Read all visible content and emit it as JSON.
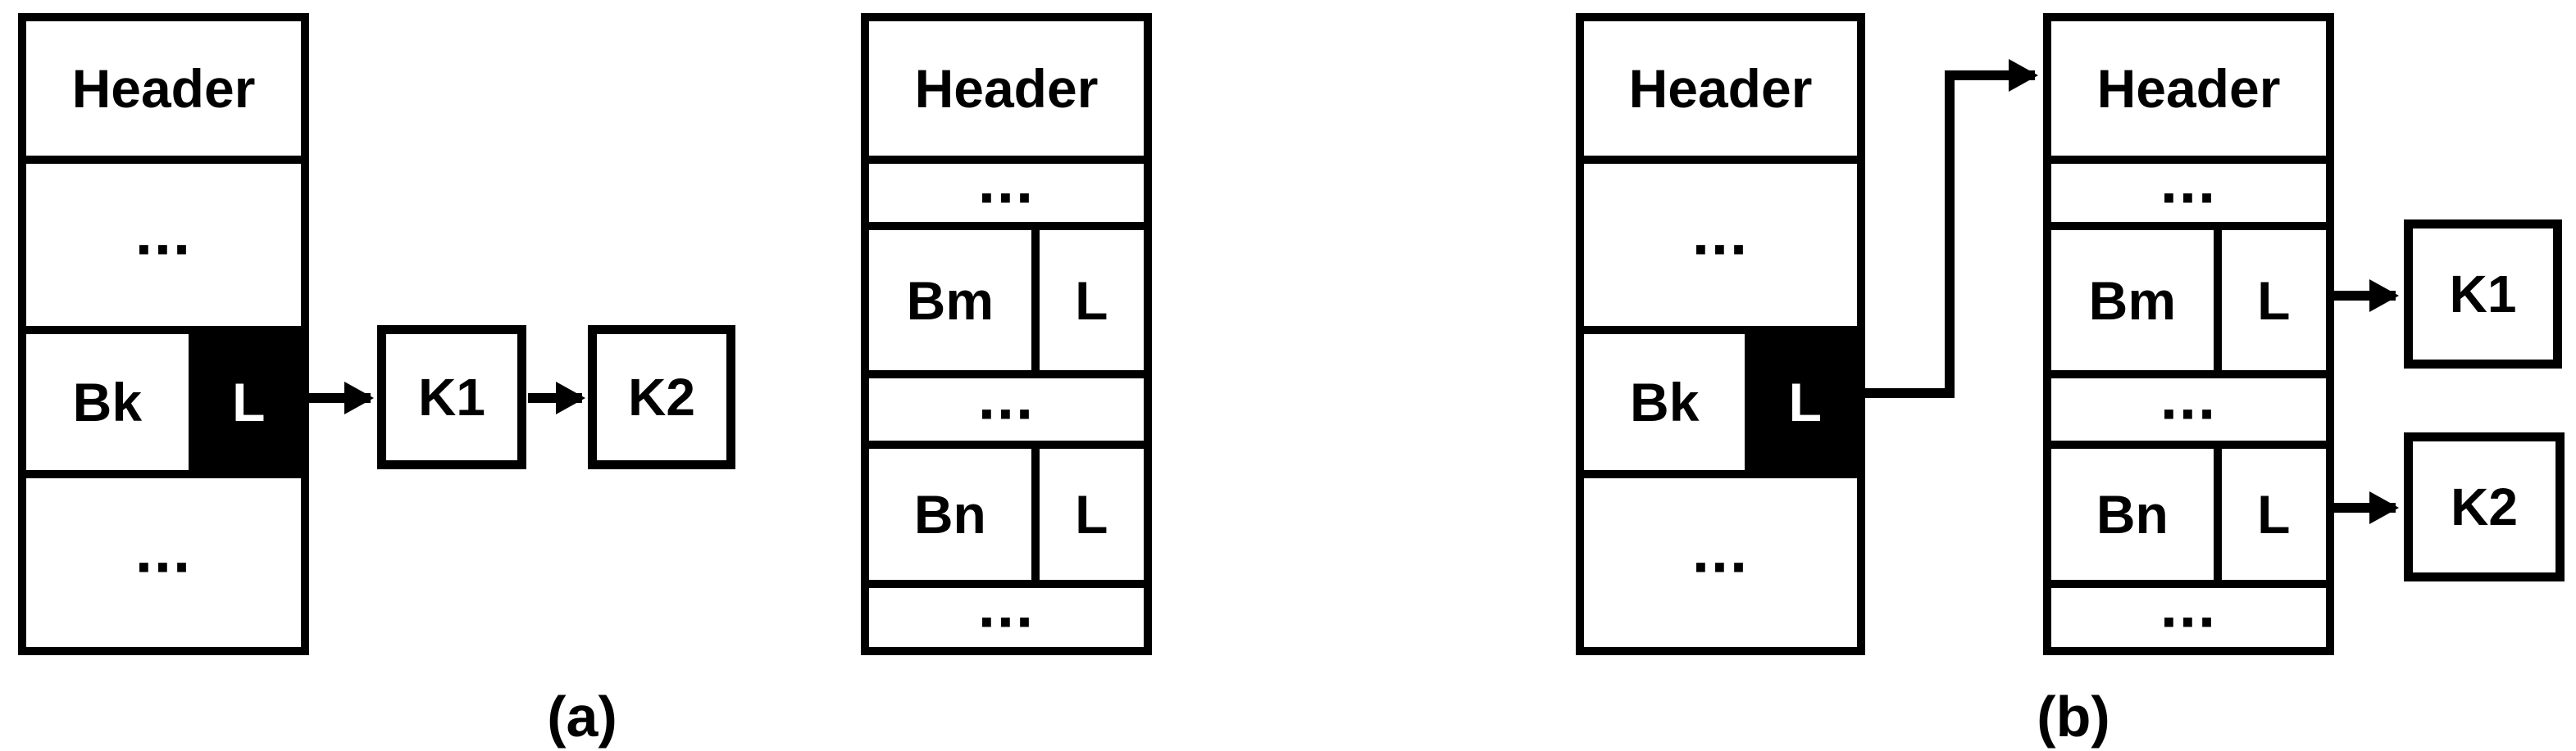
{
  "colors": {
    "ink": "#000000",
    "paper": "#ffffff"
  },
  "panel_a": {
    "caption": "(a)",
    "bucket_page": {
      "header": "Header",
      "dots_top": "...",
      "entry": {
        "bucket": "Bk",
        "link": "L"
      },
      "dots_bottom": "..."
    },
    "link_page": {
      "header": "Header",
      "dots_top": "...",
      "entry1": {
        "bucket": "Bm",
        "link": "L"
      },
      "dots_mid": "...",
      "entry2": {
        "bucket": "Bn",
        "link": "L"
      },
      "dots_bottom": "..."
    },
    "keys": {
      "k1": "K1",
      "k2": "K2"
    }
  },
  "panel_b": {
    "caption": "(b)",
    "bucket_page": {
      "header": "Header",
      "dots_top": "...",
      "entry": {
        "bucket": "Bk",
        "link": "L"
      },
      "dots_bottom": "..."
    },
    "link_page": {
      "header": "Header",
      "dots_top": "...",
      "entry1": {
        "bucket": "Bm",
        "link": "L"
      },
      "dots_mid": "...",
      "entry2": {
        "bucket": "Bn",
        "link": "L"
      },
      "dots_bottom": "..."
    },
    "keys": {
      "k1": "K1",
      "k2": "K2"
    }
  }
}
